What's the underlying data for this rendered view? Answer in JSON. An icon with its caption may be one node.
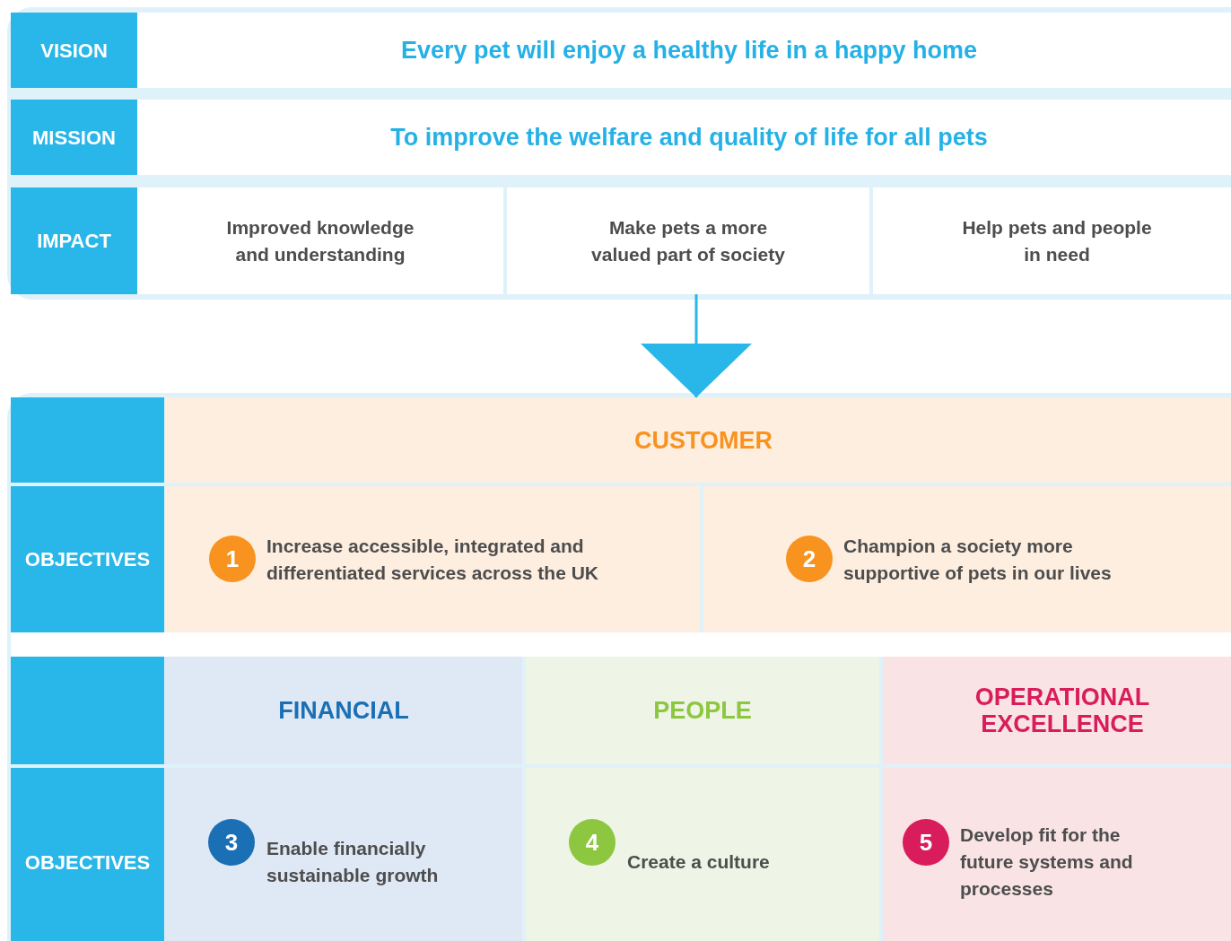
{
  "diagram": {
    "nodes": [
      {
        "text": [],
        "shape": "box"
      },
      {
        "text": [
          "VISION"
        ],
        "in": 0
      },
      {
        "text": [
          "Every pet will enjoy a healthy life in a happy home"
        ],
        "in": 0
      },
      {
        "text": [
          "MISSION"
        ],
        "in": 0
      },
      {
        "text": [
          "To improve the welfare and quality of life for all pets"
        ],
        "in": 0
      },
      {
        "text": [
          "IMPACT"
        ],
        "in": 0
      },
      {
        "text": [
          "Improved knowledge and understanding"
        ],
        "in": 0
      },
      {
        "text": [
          "Make pets a more valued part of society"
        ],
        "in": 0
      },
      {
        "text": [
          "Help pets and people in need"
        ],
        "in": 0
      },
      {
        "text": [],
        "shape": "box"
      },
      {
        "text": [],
        "shape": "box",
        "in": 9
      },
      {
        "text": [
          "CUSTOMER"
        ],
        "in": 9
      },
      {
        "text": [
          "OBJECTIVES"
        ],
        "in": 9
      },
      {
        "text": [
          "Increase accessible, integrated and differentiated services across the UK"
        ],
        "in": 9
      },
      {
        "text": [
          "1"
        ],
        "in": 13
      },
      {
        "text": [
          "Champion a society more supportive of pets in our lives"
        ],
        "in": 9
      },
      {
        "text": [
          "2"
        ],
        "in": 15
      },
      {
        "text": [],
        "shape": "bar",
        "in": 9
      },
      {
        "text": [],
        "shape": "box",
        "in": 9
      },
      {
        "text": [
          "FINANCIAL"
        ],
        "in": 9
      },
      {
        "text": [
          "PEOPLE"
        ],
        "in": 9
      },
      {
        "text": [
          "OPERATIONAL EXCELLENCE"
        ],
        "in": 9
      },
      {
        "text": [
          "OBJECTIVES"
        ],
        "in": 9
      },
      {
        "text": [
          "Enable financially sustainable growth"
        ],
        "in": 9
      },
      {
        "text": [
          "3"
        ],
        "in": 23
      },
      {
        "text": [
          "Create a culture"
        ],
        "in": 9
      },
      {
        "text": [
          "4"
        ],
        "in": 25
      },
      {
        "text": [
          "Develop fit for the future systems and processes"
        ],
        "in": 9
      },
      {
        "text": [
          "5"
        ],
        "in": 27
      }
    ],
    "edges": [
      {
        "from": 7,
        "to": 11,
        "arrow": "to"
      }
    ]
  }
}
